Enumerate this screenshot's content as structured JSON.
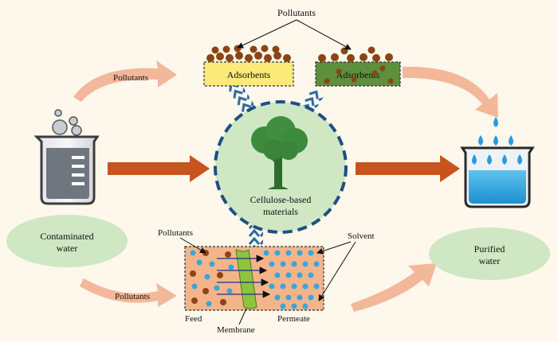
{
  "labels": {
    "pollutants_top": "Pollutants",
    "pollutants_left_upper": "Pollutants",
    "pollutants_left_lower": "Pollutants",
    "pollutants_membrane": "Pollutants",
    "adsorbents_left": "Adsorbents",
    "adsorbents_right": "Adsorbents",
    "cellulose_line1": "Cellulose-based",
    "cellulose_line2": "materials",
    "contaminated_line1": "Contaminated",
    "contaminated_line2": "water",
    "purified_line1": "Purified",
    "purified_line2": "water",
    "solvent": "Solvent",
    "feed": "Feed",
    "membrane": "Membrane",
    "permeate": "Permeate"
  },
  "colors": {
    "background": "#fdf7ec",
    "soft_arrow": "#f3b79a",
    "bold_arrow": "#c8531d",
    "ellipse_fill": "#cfe7c3",
    "circle_fill": "#cfe7c3",
    "circle_stroke": "#1e4e86",
    "adsorbent_yellow": "#fbe97a",
    "adsorbent_green": "#5e8f3c",
    "pollutant_brown": "#8b4513",
    "water_blue": "#36a6de",
    "membrane_green": "#8cc43f",
    "membrane_box": "#f4b48a",
    "chevron_blue": "#2a6ba0"
  },
  "icons": {
    "beaker_left": "laboratory-beaker-icon",
    "beaker_right": "water-beaker-icon",
    "tree": "tree-icon"
  }
}
